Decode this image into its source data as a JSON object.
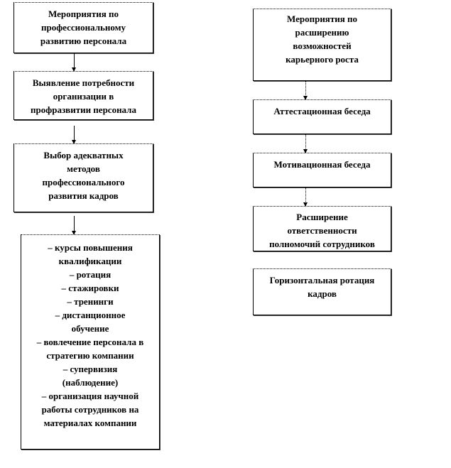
{
  "left_column": [
    {
      "lines": [
        "Мероприятия по",
        "профессиональному",
        "развитию персонала"
      ]
    },
    {
      "lines": [
        "Выявление потребности",
        "организации в",
        "профразвитии персонала"
      ]
    },
    {
      "lines": [
        "Выбор адекватных",
        "методов",
        "профессионального",
        "развития кадров"
      ]
    },
    {
      "lines": [
        "– курсы повышения",
        "квалификации",
        "– ротация",
        "– стажировки",
        "– тренинги",
        "– дистанционное",
        "обучение",
        "– вовлечение персонала в",
        "стратегию компании",
        "– супервизия",
        "(наблюдение)",
        "– организация научной",
        "работы сотрудников на",
        "материалах компании"
      ]
    }
  ],
  "right_column": [
    {
      "lines": [
        "Мероприятия по",
        "расширению",
        "возможностей",
        "карьерного роста"
      ]
    },
    {
      "lines": [
        "Аттестационная беседа"
      ]
    },
    {
      "lines": [
        "Мотивационная беседа"
      ]
    },
    {
      "lines": [
        "Расширение",
        "ответственности",
        "полномочий сотрудников"
      ]
    },
    {
      "lines": [
        "Горизонтальная ротация",
        "кадров"
      ]
    }
  ]
}
